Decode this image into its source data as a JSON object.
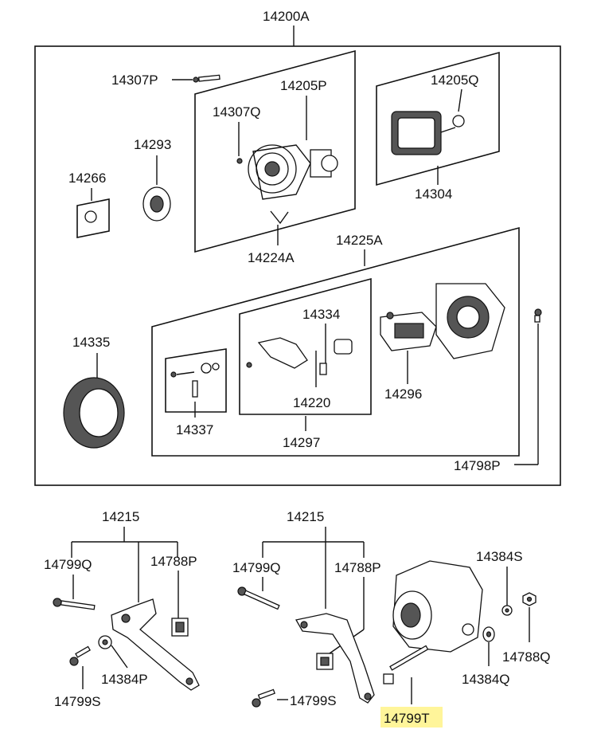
{
  "watermark": "",
  "callouts": {
    "assembly": "14200A",
    "p14307P": "14307P",
    "p14307Q": "14307Q",
    "p14205P": "14205P",
    "p14205Q": "14205Q",
    "p14293": "14293",
    "p14266": "14266",
    "p14304": "14304",
    "p14224A": "14224A",
    "p14225A": "14225A",
    "p14335": "14335",
    "p14334": "14334",
    "p14296": "14296",
    "p14220": "14220",
    "p14337": "14337",
    "p14297": "14297",
    "p14798P": "14798P",
    "left_14215": "14215",
    "left_14799Q": "14799Q",
    "left_14788P": "14788P",
    "left_14384P": "14384P",
    "left_14799S": "14799S",
    "right_14215": "14215",
    "right_14799Q": "14799Q",
    "right_14788P": "14788P",
    "p14384S": "14384S",
    "p14788Q": "14788Q",
    "p14384Q": "14384Q",
    "right_14799S": "14799S",
    "highlighted": "14799T"
  },
  "colors": {
    "highlight": "#fff59a",
    "line": "#111111"
  }
}
